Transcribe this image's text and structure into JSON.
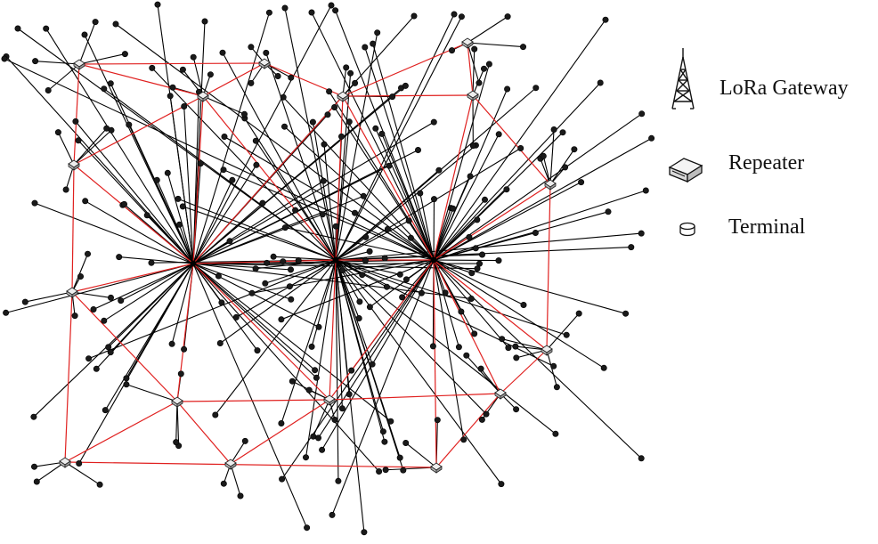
{
  "legend": {
    "gateway": {
      "label": "LoRa Gateway",
      "icon": "lora-gateway-icon"
    },
    "repeater": {
      "label": "Repeater",
      "icon": "repeater-icon"
    },
    "terminal": {
      "label": "Terminal",
      "icon": "terminal-icon"
    }
  },
  "colors": {
    "mesh_link": "#e0201f",
    "terminal_link": "#000000",
    "terminal_fill": "#1a1a1a",
    "background": "#ffffff"
  }
}
